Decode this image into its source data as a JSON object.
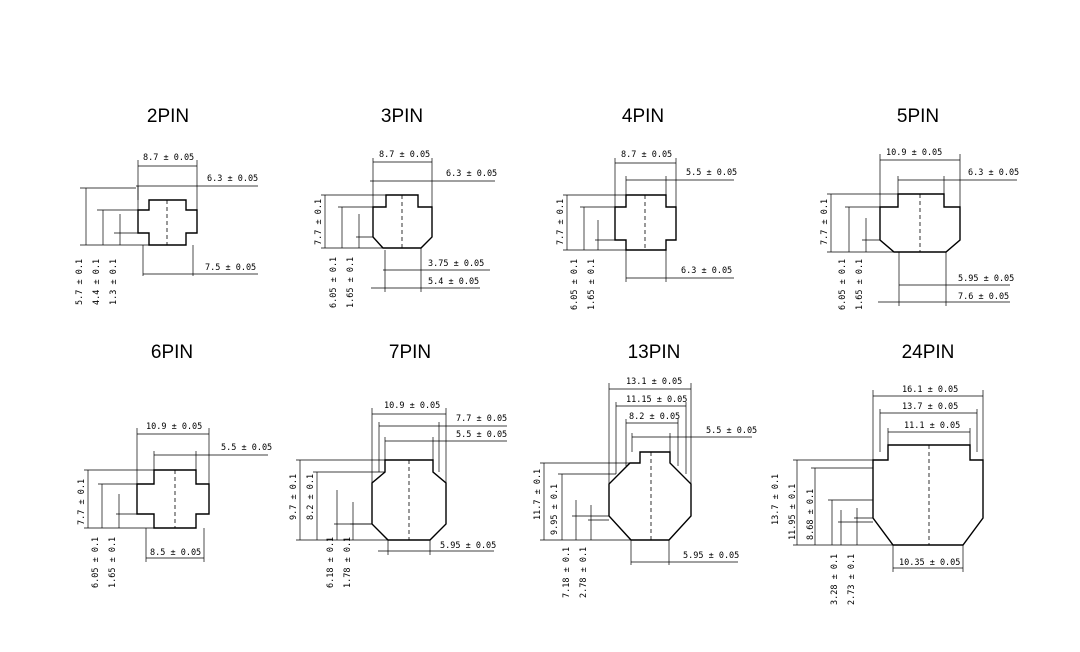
{
  "panels": [
    {
      "title": "2PIN",
      "labels": [
        "8.7 ± 0.05",
        "6.3 ± 0.05",
        "7.5 ± 0.05",
        "5.7 ± 0.1",
        "4.4 ± 0.1",
        "1.3 ± 0.1"
      ]
    },
    {
      "title": "3PIN",
      "labels": [
        "8.7 ± 0.05",
        "6.3 ± 0.05",
        "7.7 ± 0.1",
        "6.05 ± 0.1",
        "1.65 ± 0.1",
        "3.75 ± 0.05",
        "5.4 ± 0.05"
      ]
    },
    {
      "title": "4PIN",
      "labels": [
        "8.7 ± 0.05",
        "5.5 ± 0.05",
        "7.7 ± 0.1",
        "6.05 ± 0.1",
        "1.65 ± 0.1",
        "6.3 ± 0.05"
      ]
    },
    {
      "title": "5PIN",
      "labels": [
        "10.9 ± 0.05",
        "6.3 ± 0.05",
        "7.7 ± 0.1",
        "6.05 ± 0.1",
        "1.65 ± 0.1",
        "5.95 ± 0.05",
        "7.6 ± 0.05"
      ]
    },
    {
      "title": "6PIN",
      "labels": [
        "10.9 ± 0.05",
        "5.5 ± 0.05",
        "7.7 ± 0.1",
        "6.05 ± 0.1",
        "1.65 ± 0.1",
        "8.5 ± 0.05"
      ]
    },
    {
      "title": "7PIN",
      "labels": [
        "10.9 ± 0.05",
        "7.7 ± 0.05",
        "5.5 ± 0.05",
        "9.7 ± 0.1",
        "8.2 ± 0.1",
        "6.18 ± 0.1",
        "1.78 ± 0.1",
        "5.95 ± 0.05"
      ]
    },
    {
      "title": "13PIN",
      "labels": [
        "13.1 ± 0.05",
        "11.15 ± 0.05",
        "8.2 ± 0.05",
        "5.5 ± 0.05",
        "11.7 ± 0.1",
        "9.95 ± 0.1",
        "7.18 ± 0.1",
        "2.78 ± 0.1",
        "5.95 ± 0.05"
      ]
    },
    {
      "title": "24PIN",
      "labels": [
        "16.1 ± 0.05",
        "13.7 ± 0.05",
        "11.1 ± 0.05",
        "13.7 ± 0.1",
        "11.95 ± 0.1",
        "8.68 ± 0.1",
        "3.28 ± 0.1",
        "2.73 ± 0.1",
        "10.35 ± 0.05"
      ]
    }
  ]
}
